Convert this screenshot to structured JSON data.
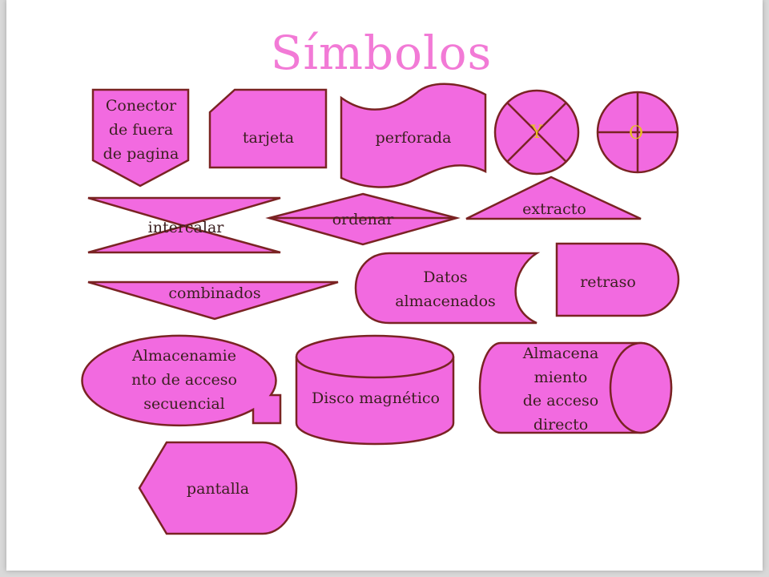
{
  "slide": {
    "title": "Símbolos"
  },
  "symbols": {
    "conector": [
      "Conector",
      "de fuera",
      "de pagina"
    ],
    "tarjeta": "tarjeta",
    "perforada": "perforada",
    "y": "Y",
    "o": "O",
    "intercalar": "intercalar",
    "ordenar": "ordenar",
    "extracto": "extracto",
    "combinados": "combinados",
    "datos_almacenados": [
      "Datos",
      "almacenados"
    ],
    "retraso": "retraso",
    "acceso_secuencial": [
      "Almacenamie",
      "nto de acceso",
      "secuencial"
    ],
    "disco_magnetico": "Disco magnético",
    "acceso_directo": [
      "Almacena",
      "miento",
      "de acceso",
      "directo"
    ],
    "pantalla": "pantalla"
  },
  "colors": {
    "fill": "#f26ae0",
    "stroke": "#7a2323",
    "title": "#f27ad6",
    "yo_label": "#e8c020"
  }
}
